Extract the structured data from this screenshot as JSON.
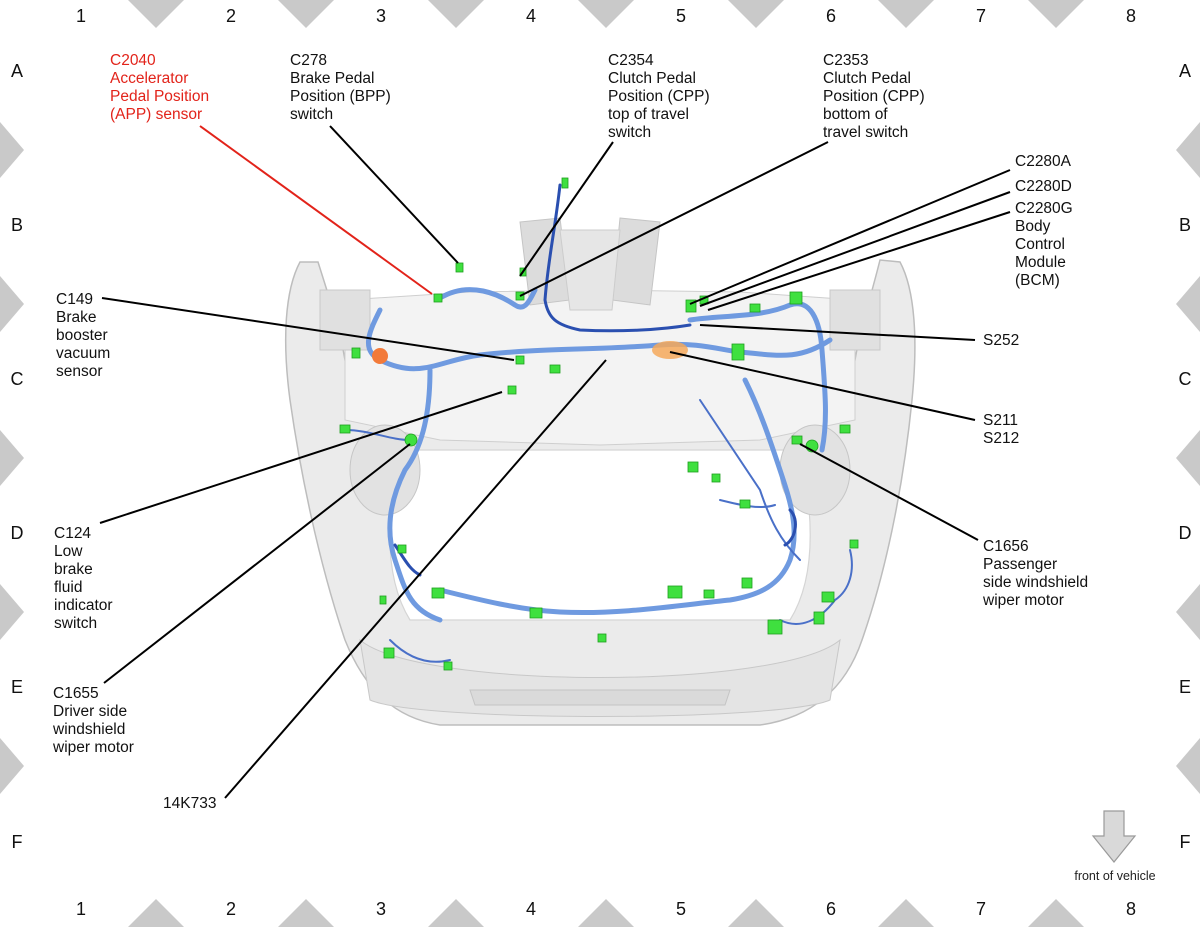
{
  "grid": {
    "columns": [
      "1",
      "2",
      "3",
      "4",
      "5",
      "6",
      "7",
      "8"
    ],
    "rows": [
      "A",
      "B",
      "C",
      "D",
      "E",
      "F"
    ]
  },
  "callouts": {
    "c2040": [
      "C2040",
      "Accelerator",
      "Pedal Position",
      "(APP) sensor"
    ],
    "c278": [
      "C278",
      "Brake Pedal",
      "Position (BPP)",
      "switch"
    ],
    "c2354": [
      "C2354",
      "Clutch Pedal",
      "Position (CPP)",
      "top of travel",
      "switch"
    ],
    "c2353": [
      "C2353",
      "Clutch Pedal",
      "Position (CPP)",
      "bottom of",
      "travel switch"
    ],
    "c2280a": [
      "C2280A"
    ],
    "c2280d": [
      "C2280D"
    ],
    "c2280g": [
      "C2280G",
      "Body",
      "Control",
      "Module",
      "(BCM)"
    ],
    "c149": [
      "C149",
      "Brake",
      "booster",
      "vacuum",
      "sensor"
    ],
    "s252": [
      "S252"
    ],
    "s211": [
      "S211",
      "S212"
    ],
    "c124": [
      "C124",
      "Low",
      "brake",
      "fluid",
      "indicator",
      "switch"
    ],
    "c1656": [
      "C1656",
      "Passenger",
      "side windshield",
      "wiper motor"
    ],
    "c1655": [
      "C1655",
      "Driver side",
      "windshield",
      "wiper motor"
    ],
    "k14k733": [
      "14K733"
    ]
  },
  "front_indicator": {
    "label": "front of vehicle",
    "icon": "down-arrow-icon"
  },
  "colors": {
    "highlight": "#e2231a",
    "harness": "#6f9ae0",
    "harness_dark": "#2a4fb0",
    "connector": "#3fe03f",
    "splice": "#f5a85a",
    "border_triangle": "#c9c9c9"
  }
}
